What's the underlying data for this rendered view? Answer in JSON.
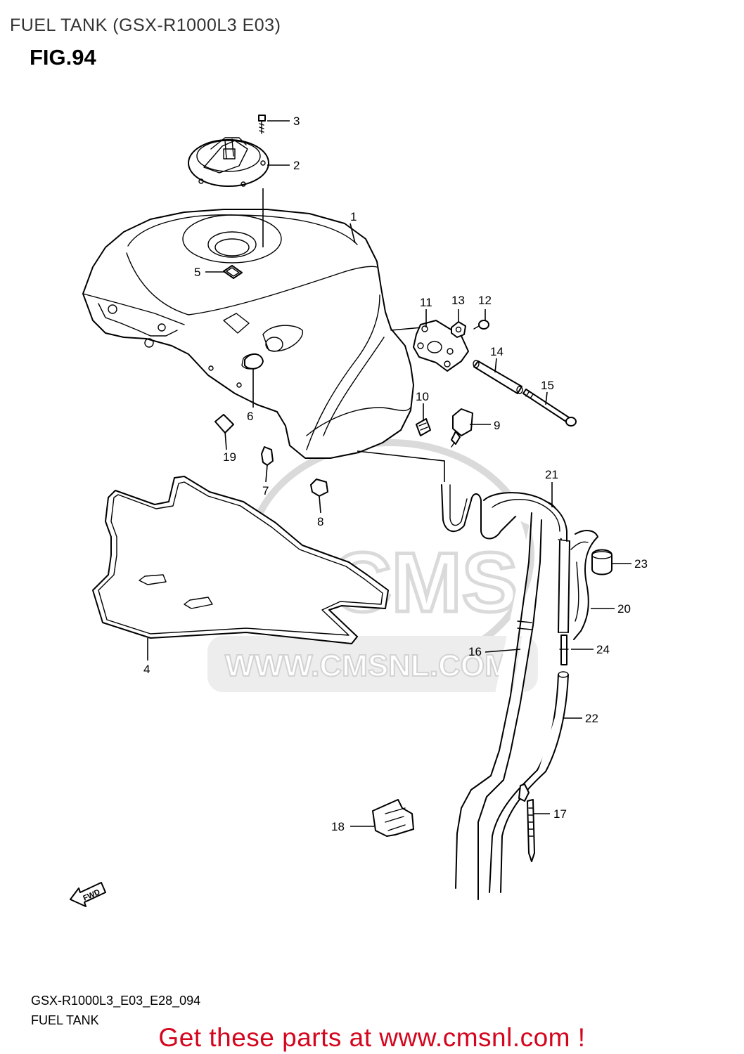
{
  "page_title": "FUEL TANK (GSX-R1000L3 E03)",
  "fig_title": "FIG.94",
  "footer_code": "GSX-R1000L3_E03_E28_094",
  "footer_name": "FUEL TANK",
  "cta_text": "Get these parts at www.cmsnl.com !",
  "watermark": {
    "logo": "CMS",
    "url": "WWW.CMSNL.COM"
  },
  "fwd_label": "FWD",
  "callouts": [
    "1",
    "2",
    "3",
    "4",
    "5",
    "6",
    "7",
    "8",
    "9",
    "10",
    "11",
    "12",
    "13",
    "14",
    "15",
    "16",
    "17",
    "18",
    "19",
    "20",
    "21",
    "22",
    "23",
    "24"
  ],
  "colors": {
    "cta": "#d4061e",
    "watermark": "#d6d6d6"
  }
}
